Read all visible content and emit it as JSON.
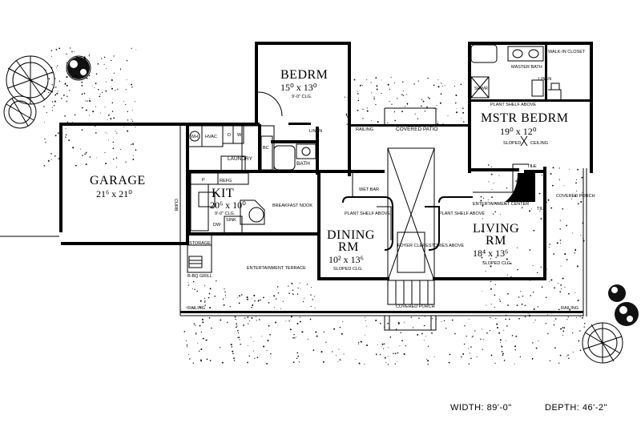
{
  "rooms": {
    "bedroom": {
      "name": "BEDRM",
      "dims": "15⁰ x 13⁰",
      "note": "9'-0\" CLG."
    },
    "master_bedroom": {
      "name": "MSTR BEDRM",
      "dims": "19⁰ x 12⁰",
      "note_sloped": "SLOPED",
      "note_ceiling": "CEILING"
    },
    "garage": {
      "name": "GARAGE",
      "dims": "21⁶ x 21⁰"
    },
    "kitchen": {
      "name": "KIT",
      "dims": "20⁶ x 10⁰",
      "note": "9'-0\" CLG."
    },
    "dining": {
      "name1": "DINING",
      "name2": "RM",
      "dims": "10² x 13⁶",
      "note": "SLOPED CLG."
    },
    "living": {
      "name1": "LIVING",
      "name2": "RM",
      "dims": "18⁴ x 13⁶",
      "note": "SLOPED CLG."
    }
  },
  "labels": {
    "master_bath": "MASTER BATH",
    "walk_in_closet": "WALK-IN CLOSET",
    "shwr": "SHWR",
    "plant_shelf_above_top": "PLANT SHELF ABOVE",
    "railing_patio": "RAILING",
    "covered_patio": "COVERED PATIO",
    "linen1": "LINEN",
    "linen2": "LINEN",
    "hvac": "HVAC",
    "wh": "WH",
    "laundry": "LAUNDRY",
    "bc": "BC",
    "bath": "BATH",
    "d": "D",
    "w": "W",
    "curb": "CURB",
    "p": "P",
    "refg": "REFG",
    "dw": "DW",
    "sink": "SINK",
    "breakfast_nook": "BREAKFAST NOOK",
    "wet_bar": "WET BAR",
    "plant_shelf_above_dining": "PLANT SHELF ABOVE",
    "plant_shelf_above_living": "PLANT SHELF ABOVE",
    "entertainment_center": "ENTERTAINMENT CENTER",
    "tile1": "TILE",
    "tile2": "TILE",
    "covered_porch_right": "COVERED PORCH",
    "foyer": "FOYER CLERESTORIES ABOVE",
    "storage": "STORAGE",
    "bbq_grill": "B-BQ GRILL",
    "entertainment_terrace": "ENTERTAINMENT TERRACE",
    "railing_left": "RAILING",
    "railing_right": "RAILING",
    "covered_porch_front": "COVERED PORCH"
  },
  "footer": {
    "width": "WIDTH: 89'-0\"",
    "depth": "DEPTH: 46'-2\""
  }
}
